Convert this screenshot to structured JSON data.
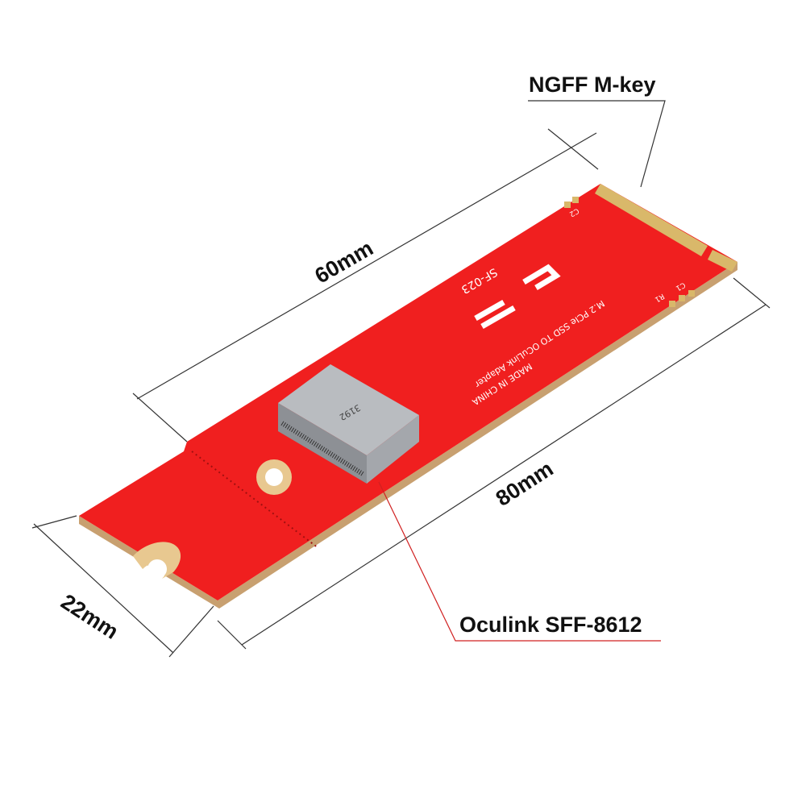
{
  "labels": {
    "ngff": "NGFF M-key",
    "length_60": "60mm",
    "length_80": "80mm",
    "width_22": "22mm",
    "oculink": "Oculink SFF-8612"
  },
  "board": {
    "model": "SF-023",
    "description": "M.2 PCIe SSD TO OCuLink Adapter",
    "origin": "MADE IN CHINA",
    "components": [
      "C2",
      "C1",
      "R1"
    ],
    "connector_marking": "3192",
    "logo": "CY"
  },
  "colors": {
    "pcb": "#f01f1f",
    "gold": "#d9b86a",
    "callout_line": "#d02020"
  }
}
